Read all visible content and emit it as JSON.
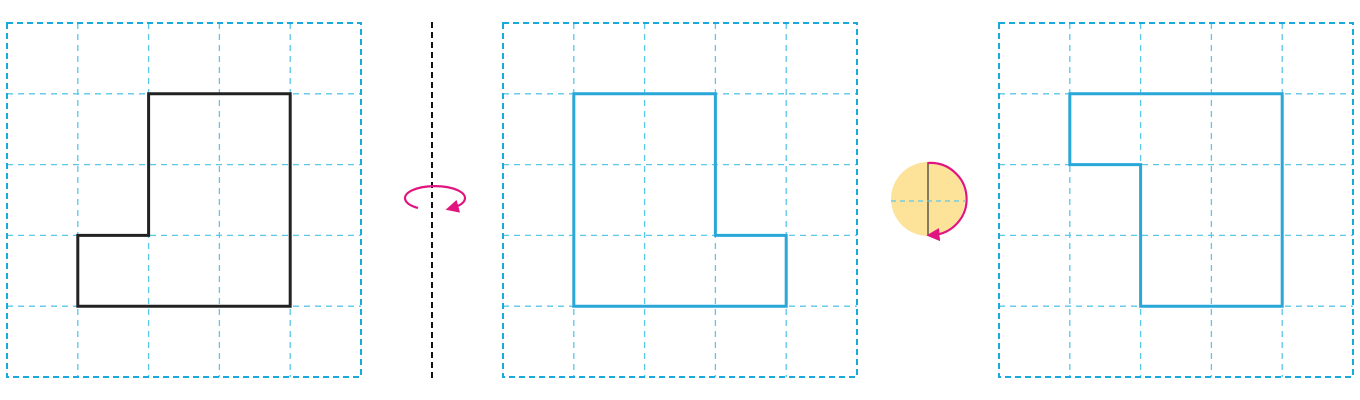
{
  "grid": {
    "cols": 5,
    "rows": 5
  },
  "panels": [
    {
      "id": "original",
      "shape_cells": [
        [
          2,
          1
        ],
        [
          4,
          1
        ],
        [
          4,
          4
        ],
        [
          1,
          4
        ],
        [
          1,
          3
        ],
        [
          2,
          3
        ]
      ],
      "stroke": "#222222"
    },
    {
      "id": "flipped",
      "shape_cells": [
        [
          1,
          1
        ],
        [
          3,
          1
        ],
        [
          3,
          3
        ],
        [
          4,
          3
        ],
        [
          4,
          4
        ],
        [
          1,
          4
        ]
      ],
      "stroke": "#2aa7d9"
    },
    {
      "id": "rotated",
      "shape_cells": [
        [
          1,
          1
        ],
        [
          4,
          1
        ],
        [
          4,
          4
        ],
        [
          2,
          4
        ],
        [
          2,
          2
        ],
        [
          1,
          2
        ]
      ],
      "stroke": "#2aa7d9"
    }
  ],
  "operations": [
    {
      "id": "flip",
      "icon": "flip-axis-icon",
      "color": "#e0157f",
      "axis_color": "#111111"
    },
    {
      "id": "half-turn",
      "icon": "half-turn-icon",
      "color": "#e0157f",
      "fill": "#fde39a"
    }
  ]
}
